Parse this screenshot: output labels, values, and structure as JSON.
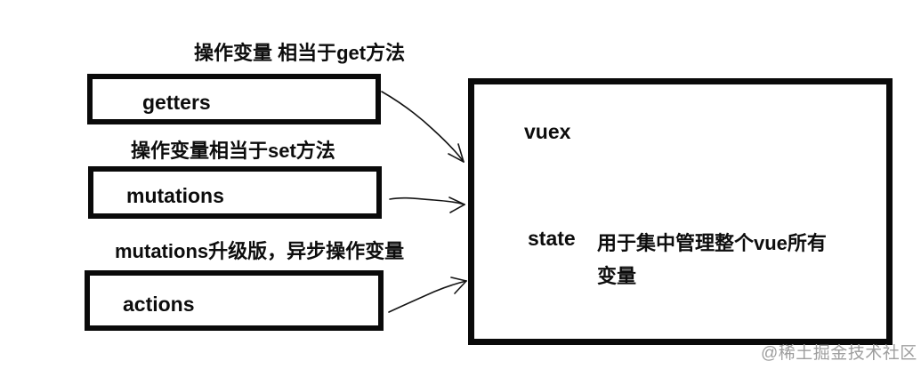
{
  "page": {
    "background": "#ffffff",
    "watermark": {
      "text": "@稀土掘金技术社区",
      "color": "#9e9e9e"
    }
  },
  "diagram": {
    "stroke_color": "#0a0a0a",
    "left_items": [
      {
        "label": "getters",
        "annotation": "操作变量 相当于get方法"
      },
      {
        "label": "mutations",
        "annotation": "操作变量相当于set方法"
      },
      {
        "label": "actions",
        "annotation": "mutations升级版，异步操作变量"
      }
    ],
    "vuex_box": {
      "title": "vuex",
      "state_label": "state",
      "state_description": "用于集中管理整个vue所有变量"
    },
    "arrows": [
      {
        "from": "getters",
        "to": "vuex"
      },
      {
        "from": "mutations",
        "to": "vuex"
      },
      {
        "from": "actions",
        "to": "vuex"
      }
    ]
  }
}
